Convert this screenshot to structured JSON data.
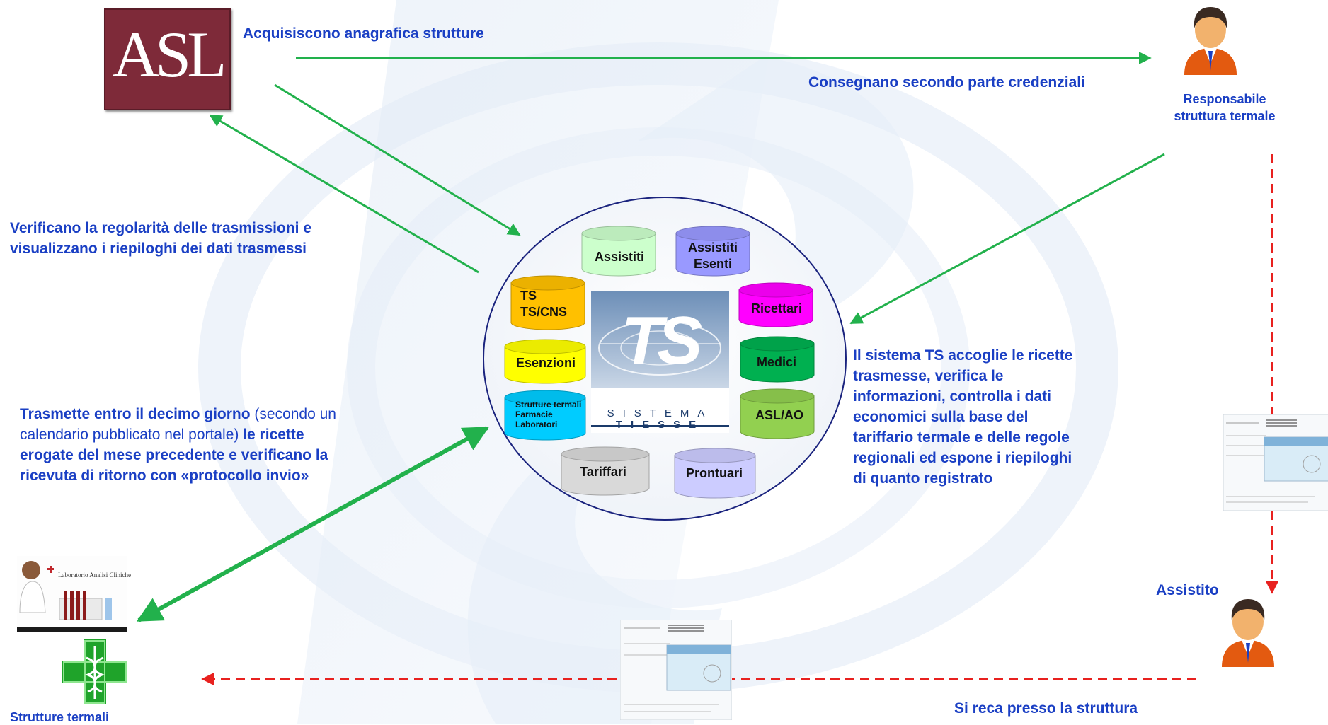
{
  "colors": {
    "text_blue": "#1a3fc4",
    "green_arrow": "#22b14c",
    "red_dash": "#e8211f",
    "asl_maroon": "#7e2a39",
    "circle_border": "#1a237e"
  },
  "asl_logo": {
    "text": "ASL"
  },
  "labels": {
    "acquisiscono": "Acquisiscono anagrafica strutture",
    "consegnano": "Consegnano secondo parte credenziali",
    "responsabile_line1": "Responsabile",
    "responsabile_line2": "struttura termale",
    "verificano_line1": "Verificano  la regolarità delle trasmissioni e",
    "verificano_line2": "visualizzano i riepiloghi dei dati trasmessi",
    "trasmette_bold1": "Trasmette entro il decimo giorno",
    "trasmette_normal1": " (secondo un",
    "trasmette_normal2": "calendario pubblicato nel portale)",
    "trasmette_bold2": " le ricette",
    "trasmette_line3": "erogate del mese precedente e verificano la",
    "trasmette_line4": "ricevuta di ritorno con «protocollo invio»",
    "sistema_lines": [
      "Il sistema TS accoglie le ricette",
      "trasmesse, verifica le",
      "informazioni, controlla i dati",
      "economici sulla base del",
      "tariffario termale e delle regole",
      "regionali ed espone i riepiloghi",
      "di quanto registrato"
    ],
    "assistito": "Assistito",
    "si_reca": "Si reca presso la struttura",
    "strutture_termali": "Strutture termali"
  },
  "lab_image": {
    "sign_text": "Laboratorio Analisi Cliniche"
  },
  "central": {
    "logo_word1": "SISTEMA",
    "logo_word2": "TIESSE",
    "logo_mark": "TS",
    "cylinders": [
      {
        "id": "assistiti",
        "lines": [
          "Assistiti"
        ],
        "color": "#ccffcc"
      },
      {
        "id": "assistiti-esenti",
        "lines": [
          "Assistiti",
          "Esenti"
        ],
        "color": "#9999ff"
      },
      {
        "id": "ts-cns",
        "lines": [
          "TS",
          "TS/CNS"
        ],
        "color": "#ffc000"
      },
      {
        "id": "ricettari",
        "lines": [
          "Ricettari"
        ],
        "color": "#ff00ff"
      },
      {
        "id": "esenzioni",
        "lines": [
          "Esenzioni"
        ],
        "color": "#ffff00"
      },
      {
        "id": "medici",
        "lines": [
          "Medici"
        ],
        "color": "#00b050"
      },
      {
        "id": "strutture",
        "lines": [
          "Strutture termali",
          "Farmacie",
          "Laboratori"
        ],
        "color": "#00ccff"
      },
      {
        "id": "asl-ao",
        "lines": [
          "ASL/AO"
        ],
        "color": "#92d050"
      },
      {
        "id": "tariffari",
        "lines": [
          "Tariffari"
        ],
        "color": "#d9d9d9"
      },
      {
        "id": "prontuari",
        "lines": [
          "Prontuari"
        ],
        "color": "#ccccff"
      }
    ]
  }
}
